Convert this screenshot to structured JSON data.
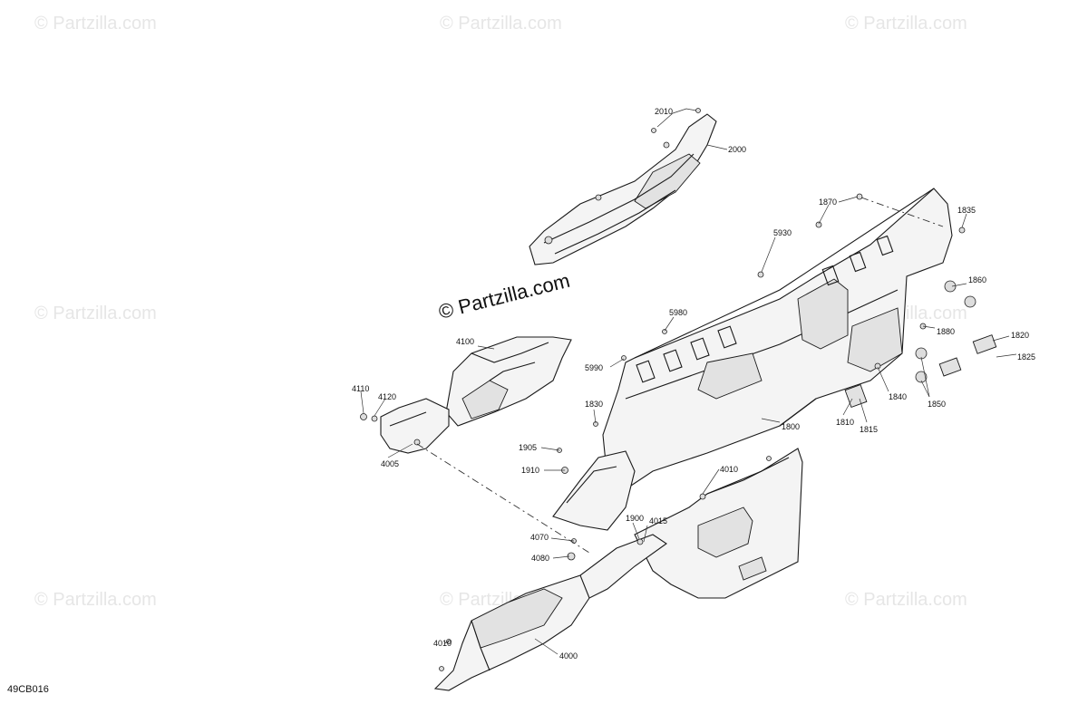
{
  "diagram_code": "49CB016",
  "brand_notice": "© Partzilla.com",
  "watermark_text": "© Partzilla.com",
  "callouts": {
    "c2010": "2010",
    "c2000": "2000",
    "c1870": "1870",
    "c1835": "1835",
    "c5930": "5930",
    "c1860": "1860",
    "c5980": "5980",
    "c1880": "1880",
    "c1820": "1820",
    "c1825": "1825",
    "c5990": "5990",
    "c1840": "1840",
    "c1850": "1850",
    "c1830": "1830",
    "c1810": "1810",
    "c1815": "1815",
    "c1800": "1800",
    "c4100": "4100",
    "c4110": "4110",
    "c4120": "4120",
    "c4005": "4005",
    "c1905": "1905",
    "c1910": "1910",
    "c4010a": "4010",
    "c1900": "1900",
    "c4015": "4015",
    "c4070": "4070",
    "c4080": "4080",
    "c4010b": "4010",
    "c4000": "4000"
  }
}
